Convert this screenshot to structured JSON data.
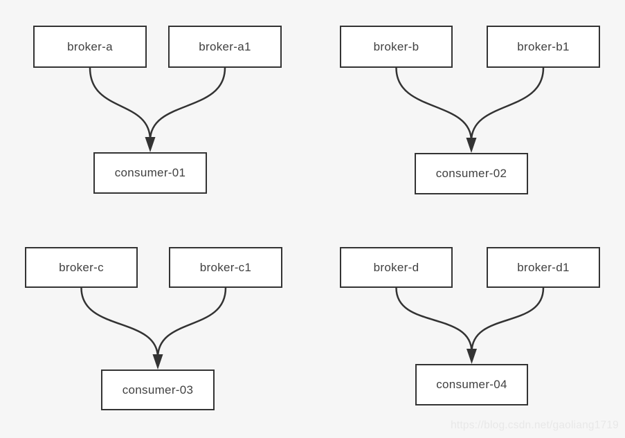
{
  "page": {
    "background": "#f6f6f6",
    "watermark": "https://blog.csdn.net/gaoliang1719"
  },
  "colors": {
    "node_fill": "#ffffff",
    "node_border": "#333333",
    "edge": "#333333",
    "text": "#404040",
    "watermark_text": "#e8e8e8"
  },
  "diagram": {
    "type": "flow",
    "description": "Four groups; in each group two broker nodes connect with curved arrows converging into one consumer node",
    "groups": [
      {
        "brokers": [
          "broker-a",
          "broker-a1"
        ],
        "consumer": "consumer-01"
      },
      {
        "brokers": [
          "broker-b",
          "broker-b1"
        ],
        "consumer": "consumer-02"
      },
      {
        "brokers": [
          "broker-c",
          "broker-c1"
        ],
        "consumer": "consumer-03"
      },
      {
        "brokers": [
          "broker-d",
          "broker-d1"
        ],
        "consumer": "consumer-04"
      }
    ]
  }
}
